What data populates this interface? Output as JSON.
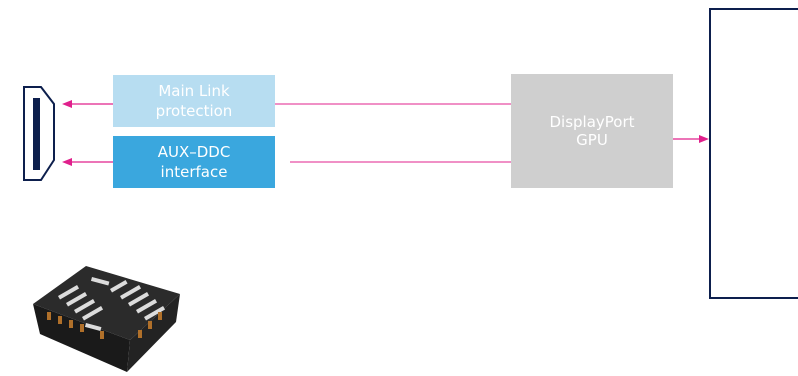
{
  "diagram": {
    "blocks": {
      "main_link": {
        "line1": "Main Link",
        "line2": "protection"
      },
      "aux_ddc": {
        "line1": "AUX–DDC",
        "line2": "interface"
      },
      "gpu": {
        "line1": "DisplayPort",
        "line2": "GPU"
      }
    },
    "colors": {
      "connector_line": "#e0208c",
      "main_link_fill": "#b7ddf1",
      "aux_ddc_fill": "#3aa7de",
      "gpu_fill": "#cfcfcf",
      "outline": "#0d1f4d"
    },
    "icons": [
      "displayport-connector-icon",
      "ic-package-icon"
    ]
  }
}
